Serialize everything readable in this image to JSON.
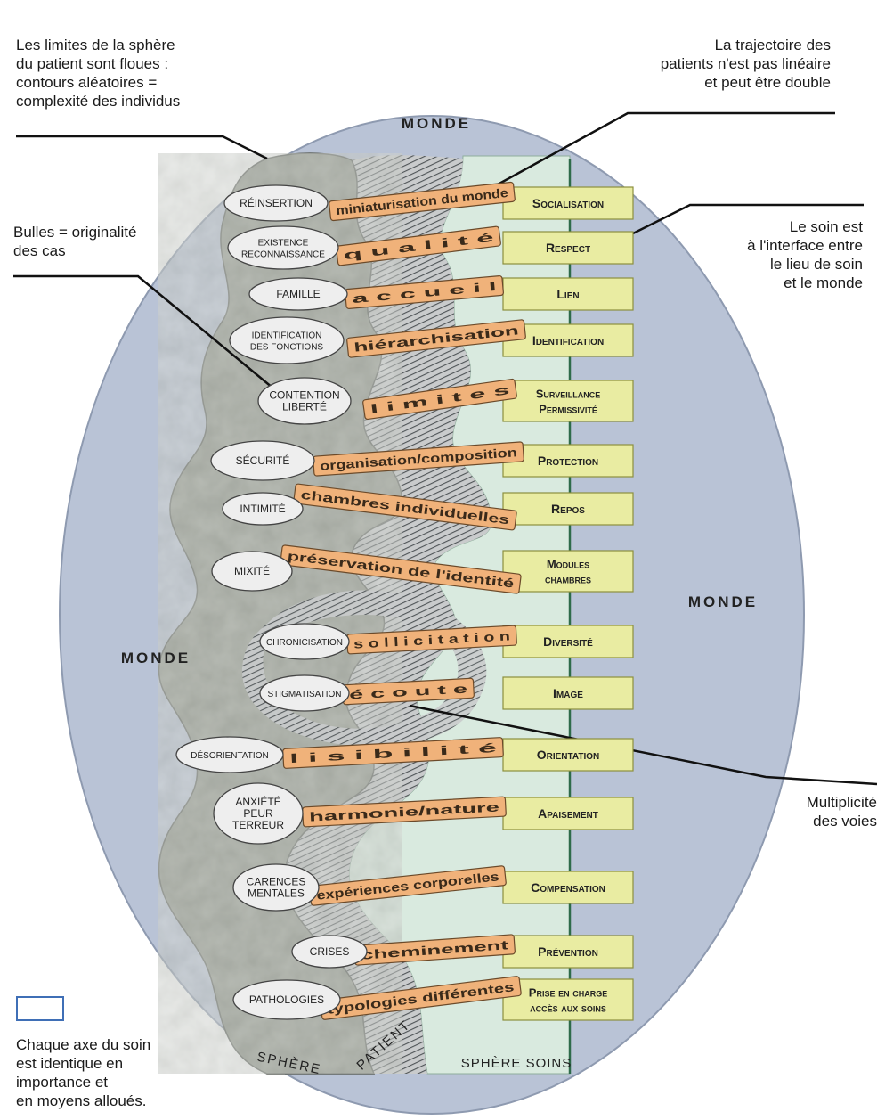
{
  "annotations": {
    "patient_limits": "Les limites de la sphère\ndu patient sont floues :\ncontours aléatoires =\ncomplexité des individus",
    "trajectory": "La trajectoire des\npatients n'est pas linéaire\net peut être double",
    "bubbles": "Bulles = originalité\ndes cas",
    "interface": "Le soin est\nà l'interface entre\nle lieu de soin\net le monde",
    "multiplicity": "Multiplicité\ndes voies",
    "legend": "Chaque axe du soin\nest identique en\nimportance et\nen moyens alloués."
  },
  "world_labels": [
    "MONDE",
    "MONDE",
    "MONDE"
  ],
  "sphere_labels": {
    "patient_1": "SPHÈRE",
    "patient_2": "PATIENT",
    "soins": "SPHÈRE SOINS"
  },
  "rows": [
    {
      "patient": [
        "RÉINSERTION"
      ],
      "link": "miniaturisation du monde",
      "care": [
        "Socialisation"
      ]
    },
    {
      "patient": [
        "EXISTENCE",
        "RECONNAISSANCE"
      ],
      "link": "q u a l i t é",
      "care": [
        "Respect"
      ]
    },
    {
      "patient": [
        "FAMILLE"
      ],
      "link": "a c c u e i l",
      "care": [
        "Lien"
      ]
    },
    {
      "patient": [
        "IDENTIFICATION",
        "DES FONCTIONS"
      ],
      "link": "hiérarchisation",
      "care": [
        "Identification"
      ]
    },
    {
      "patient": [
        "CONTENTION",
        "LIBERTÉ"
      ],
      "link": "l i m i t e s",
      "care": [
        "Surveillance",
        "Permissivité"
      ]
    },
    {
      "patient": [
        "SÉCURITÉ"
      ],
      "link": "organisation/composition",
      "care": [
        "Protection"
      ]
    },
    {
      "patient": [
        "INTIMITÉ"
      ],
      "link": "chambres individuelles",
      "care": [
        "Repos"
      ]
    },
    {
      "patient": [
        "MIXITÉ"
      ],
      "link": "préservation de l'identité",
      "care": [
        "Modules",
        "chambres"
      ]
    },
    {
      "patient": [
        "CHRONICISATION"
      ],
      "link": "s o l l i c i t a t i o n",
      "care": [
        "Diversité"
      ]
    },
    {
      "patient": [
        "STIGMATISATION"
      ],
      "link": "é c o u t e",
      "care": [
        "Image"
      ]
    },
    {
      "patient": [
        "DÉSORIENTATION"
      ],
      "link": "l i s i b i l i t é",
      "care": [
        "Orientation"
      ]
    },
    {
      "patient": [
        "ANXIÉTÉ",
        "PEUR",
        "TERREUR"
      ],
      "link": "harmonie/nature",
      "care": [
        "Apaisement"
      ]
    },
    {
      "patient": [
        "CARENCES",
        "MENTALES"
      ],
      "link": "expériences corporelles",
      "care": [
        "Compensation"
      ]
    },
    {
      "patient": [
        "CRISES"
      ],
      "link": "cheminement",
      "care": [
        "Prévention"
      ]
    },
    {
      "patient": [
        "PATHOLOGIES"
      ],
      "link": "typologies différentes",
      "care": [
        "Prise en charge",
        "accès aux soins"
      ]
    }
  ],
  "colors": {
    "world": "#b9c3d6",
    "world_stroke": "#9aa6bb",
    "patient_sphere": "#8f9489",
    "care_sphere": "#d9eadf",
    "hatch_band": "#6f7476",
    "link_ribbon": "#f0b27a",
    "care_box": "#e9eca2",
    "bubble": "#eeeeee",
    "care_axis": "#2e6b4a"
  }
}
